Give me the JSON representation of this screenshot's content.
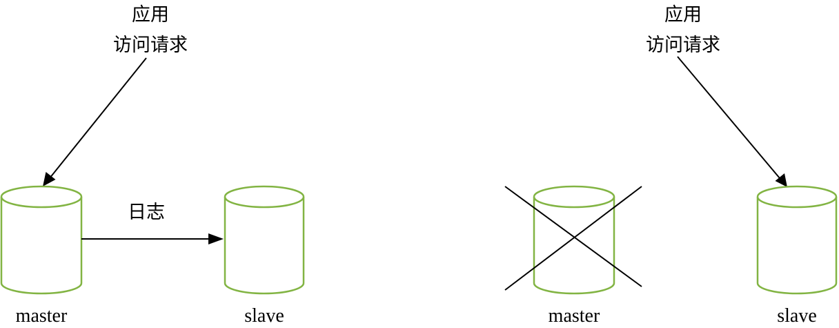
{
  "colors": {
    "database_stroke": "#82b443",
    "line": "#000000",
    "background": "#ffffff"
  },
  "left_panel": {
    "request_label_line1": "应用",
    "request_label_line2": "访问请求",
    "log_label": "日志",
    "master_label": "master",
    "slave_label": "slave"
  },
  "right_panel": {
    "request_label_line1": "应用",
    "request_label_line2": "访问请求",
    "master_label": "master",
    "slave_label": "slave",
    "master_state": "failed (crossed out)"
  }
}
